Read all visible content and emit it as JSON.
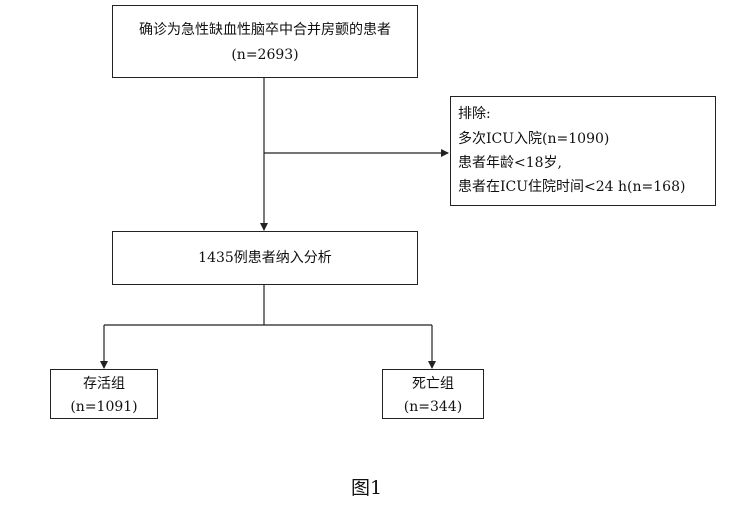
{
  "flowchart": {
    "top_box": {
      "line1": "确诊为急性缺血性脑卒中合并房颤的患者",
      "line2": "(n=2693)"
    },
    "exclusion_box": {
      "title": "排除:",
      "items": [
        "多次ICU入院(n=1090)",
        "患者年龄<18岁,",
        "患者在ICU住院时间<24 h(n=168)"
      ]
    },
    "middle_box": {
      "label": "1435例患者纳入分析"
    },
    "survival_box": {
      "label": "存活组",
      "count": "(n=1091)"
    },
    "death_box": {
      "label": "死亡组",
      "count": "(n=344)"
    }
  },
  "caption": "图1",
  "colors": {
    "line": "#222222",
    "text": "#111111",
    "background": "#ffffff"
  }
}
